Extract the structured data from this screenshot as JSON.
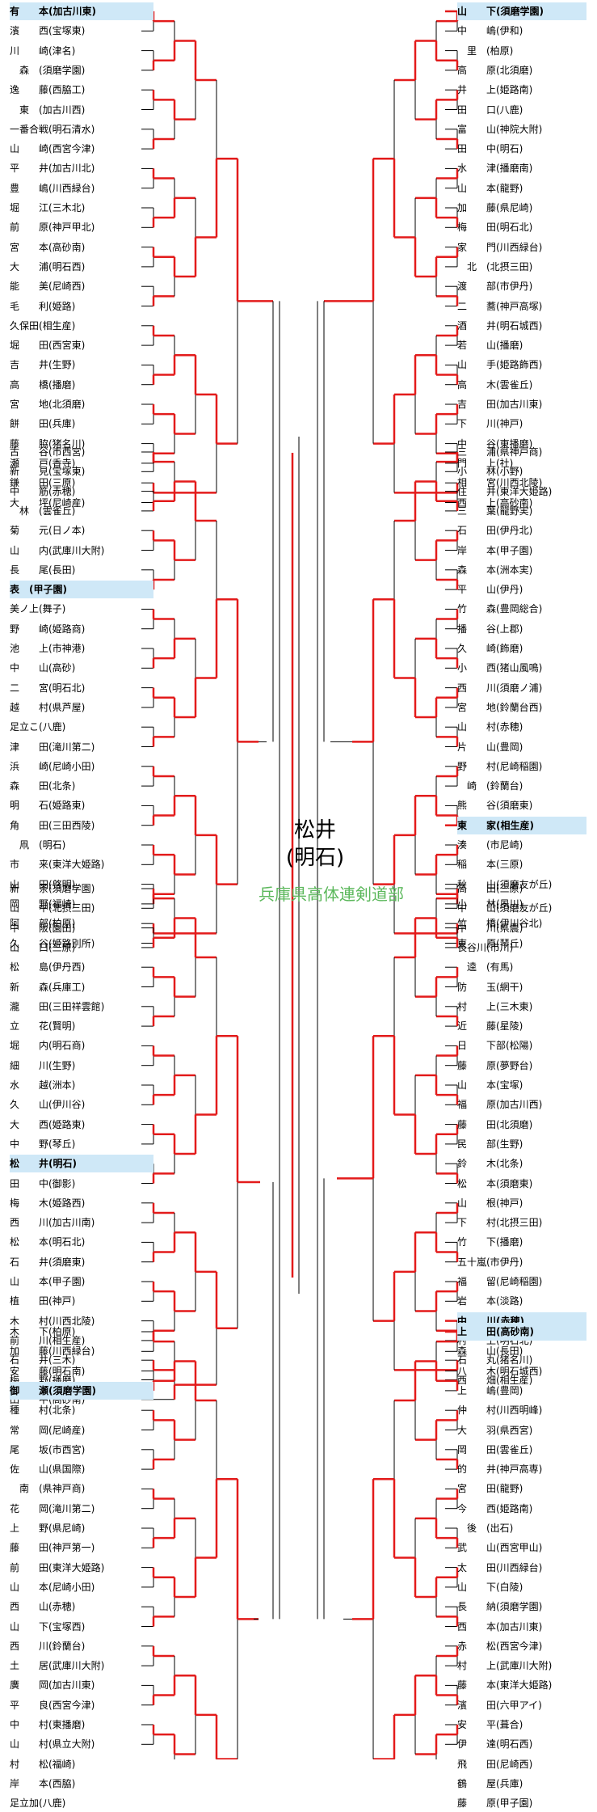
{
  "champion": {
    "name": "松井",
    "school": "(明石)"
  },
  "organization": "兵庫県高体連剣道部",
  "colors": {
    "win_line": "#e31b1b",
    "line": "#000000",
    "highlight": "#cfe8f7",
    "org_text": "#5cb85c"
  },
  "left_blocks": [
    {
      "entries": [
        {
          "text": "有　　本(加古川東)",
          "hl": true
        },
        {
          "text": "濱　　西(宝塚東)"
        },
        {
          "text": "川　　崎(津名)"
        },
        {
          "text": "　森　(須磨学園)"
        },
        {
          "text": "逸　　藤(西脇工)"
        },
        {
          "text": "　東　(加古川西)"
        },
        {
          "text": "一番合戦(明石清水)"
        },
        {
          "text": "山　　崎(西宮今津)"
        },
        {
          "text": "平　　井(加古川北)"
        },
        {
          "text": "豊　　嶋(川西緑台)"
        },
        {
          "text": "堀　　江(三木北)"
        },
        {
          "text": "前　　原(神戸甲北)"
        },
        {
          "text": "宮　　本(高砂南)"
        },
        {
          "text": "大　　浦(明石西)"
        },
        {
          "text": "能　　美(尼崎西)"
        },
        {
          "text": "毛　　利(姫路)"
        },
        {
          "text": "久保田(相生産)"
        },
        {
          "text": "堀　　田(西宮東)"
        },
        {
          "text": "吉　　井(生野)"
        },
        {
          "text": "高　　橋(播磨)"
        },
        {
          "text": "宮　　地(北須磨)"
        },
        {
          "text": "餅　　田(兵庫)"
        },
        {
          "text": "藤　　脇(猪名川)"
        },
        {
          "text": "瀬　　戸(香寺)"
        },
        {
          "text": "鎌　　田(三原)"
        },
        {
          "text": "大　　坪(尼崎産)"
        }
      ]
    },
    {
      "entries": [
        {
          "text": "古　　谷(市西宮)"
        },
        {
          "text": "新　　見(宝塚東)"
        },
        {
          "text": "中　　筋(赤穂)"
        },
        {
          "text": "　林　(雲雀丘)"
        },
        {
          "text": "菊　　元(日ノ本)"
        },
        {
          "text": "山　　内(武庫川大附)"
        },
        {
          "text": "長　　尾(長田)"
        },
        {
          "text": "表　(甲子園)",
          "hl": true
        },
        {
          "text": "美ノ上(舞子)"
        },
        {
          "text": "野　　崎(姫路商)"
        },
        {
          "text": "池　　上(市神港)"
        },
        {
          "text": "中　　山(高砂)"
        },
        {
          "text": "二　　宮(明石北)"
        },
        {
          "text": "越　　村(県芦屋)"
        },
        {
          "text": "足立こ(八鹿)"
        },
        {
          "text": "津　　田(滝川第二)"
        },
        {
          "text": "浜　　崎(尼崎小田)"
        },
        {
          "text": "森　　田(北条)"
        },
        {
          "text": "明　　石(姫路東)"
        },
        {
          "text": "角　　田(三田西陵)"
        },
        {
          "text": "　凧　(明石)"
        },
        {
          "text": "市　　来(東洋大姫路)"
        },
        {
          "text": "山　　田(啓明)"
        },
        {
          "text": "岡　　野(福崎)"
        },
        {
          "text": "阿　　部(柏原)"
        },
        {
          "text": "久　　谷(姫路別所)"
        }
      ]
    },
    {
      "entries": [
        {
          "text": "新　　茶(須磨学園)"
        },
        {
          "text": "山　　中(北摂三田)"
        },
        {
          "text": "中　　阪(園田)"
        },
        {
          "text": "山　　口(三原)"
        },
        {
          "text": "松　　島(伊丹西)"
        },
        {
          "text": "新　　森(兵庫工)"
        },
        {
          "text": "瀧　　田(三田祥雲館)"
        },
        {
          "text": "立　　花(賢明)"
        },
        {
          "text": "堀　　内(明石商)"
        },
        {
          "text": "細　　川(生野)"
        },
        {
          "text": "水　　越(洲本)"
        },
        {
          "text": "久　　山(伊川谷)"
        },
        {
          "text": "大　　西(姫路東)"
        },
        {
          "text": "中　　野(琴丘)"
        },
        {
          "text": "松　　井(明石)",
          "hl": true
        },
        {
          "text": "田　　中(御影)"
        },
        {
          "text": "梅　　木(姫路西)"
        },
        {
          "text": "西　　川(加古川南)"
        },
        {
          "text": "松　　本(明石北)"
        },
        {
          "text": "石　　井(須磨東)"
        },
        {
          "text": "山　　本(甲子園)"
        },
        {
          "text": "植　　田(神戸)"
        },
        {
          "text": "木　　村(川西北陵)"
        },
        {
          "text": "前　　川(相生産)"
        },
        {
          "text": "石　　井(三木)"
        },
        {
          "text": "梅　　野(播磨)"
        },
        {
          "text": "田　　中(高砂南)"
        }
      ]
    },
    {
      "entries": [
        {
          "text": "木　　下(柏原)"
        },
        {
          "text": "加　　藤(川西緑台)"
        },
        {
          "text": "安　　藤(明石南)"
        },
        {
          "text": "御　　瀬(須磨学園)",
          "hl": true
        },
        {
          "text": "種　　村(北条)"
        },
        {
          "text": "常　　岡(尼崎産)"
        },
        {
          "text": "尾　　坂(市西宮)"
        },
        {
          "text": "佐　　山(県国際)"
        },
        {
          "text": "　南　(県神戸商)"
        },
        {
          "text": "花　　岡(滝川第二)"
        },
        {
          "text": "上　　野(県尼崎)"
        },
        {
          "text": "藤　　田(神戸第一)"
        },
        {
          "text": "前　　田(東洋大姫路)"
        },
        {
          "text": "山　　本(尼崎小田)"
        },
        {
          "text": "西　　山(赤穂)"
        },
        {
          "text": "山　　下(宝塚西)"
        },
        {
          "text": "西　　川(鈴蘭台)"
        },
        {
          "text": "土　　居(武庫川大附)"
        },
        {
          "text": "廣　　岡(加古川東)"
        },
        {
          "text": "平　　良(西宮今津)"
        },
        {
          "text": "中　　村(東播磨)"
        },
        {
          "text": "山　　村(県立大附)"
        },
        {
          "text": "村　　松(福崎)"
        },
        {
          "text": "岸　　本(西脇)"
        },
        {
          "text": "足立加(八鹿)"
        }
      ]
    }
  ],
  "right_blocks": [
    {
      "entries": [
        {
          "text": "山　　下(須磨学園)",
          "hl": true
        },
        {
          "text": "中　　嶋(伊和)"
        },
        {
          "text": "　里　(柏原)"
        },
        {
          "text": "高　　原(北須磨)"
        },
        {
          "text": "井　　上(姫路南)"
        },
        {
          "text": "田　　口(八鹿)"
        },
        {
          "text": "富　　山(神院大附)"
        },
        {
          "text": "田　　中(明石)"
        },
        {
          "text": "水　　津(播磨南)"
        },
        {
          "text": "山　　本(龍野)"
        },
        {
          "text": "加　　藤(県尼崎)"
        },
        {
          "text": "梅　　田(明石北)"
        },
        {
          "text": "家　　門(川西緑台)"
        },
        {
          "text": "　北　(北摂三田)"
        },
        {
          "text": "渡　　部(市伊丹)"
        },
        {
          "text": "二　　蕎(神戸高塚)"
        },
        {
          "text": "酒　　井(明石城西)"
        },
        {
          "text": "若　　山(播磨)"
        },
        {
          "text": "山　　手(姫路飾西)"
        },
        {
          "text": "高　　木(雲雀丘)"
        },
        {
          "text": "吉　　田(加古川東)"
        },
        {
          "text": "下　　川(神戸)"
        },
        {
          "text": "中　　谷(東播磨)"
        },
        {
          "text": "門　　上(社)"
        },
        {
          "text": "相　　宮(川西北陵)"
        },
        {
          "text": "西　　上(高砂南)"
        }
      ]
    },
    {
      "entries": [
        {
          "text": "三　　浦(県神戸商)"
        },
        {
          "text": "小　　林(小野)"
        },
        {
          "text": "住　　井(東洋大姫路)"
        },
        {
          "text": "三　　葉(龍野実)"
        },
        {
          "text": "石　　田(伊丹北)"
        },
        {
          "text": "岸　　本(甲子園)"
        },
        {
          "text": "森　　本(洲本実)"
        },
        {
          "text": "平　　山(伊丹)"
        },
        {
          "text": "竹　　森(豊岡総合)"
        },
        {
          "text": "播　　谷(上郡)"
        },
        {
          "text": "久　　崎(飾磨)"
        },
        {
          "text": "小　　西(猪山風鳴)"
        },
        {
          "text": "西　　川(須磨ノ浦)"
        },
        {
          "text": "宮　　地(鈴蘭台西)"
        },
        {
          "text": "山　　村(赤穂)"
        },
        {
          "text": "片　　山(豊岡)"
        },
        {
          "text": "野　　村(尼崎稲園)"
        },
        {
          "text": "　崎　(鈴蘭台)"
        },
        {
          "text": "熊　　谷(須磨東)"
        },
        {
          "text": "東　　家(相生産)",
          "hl": true
        },
        {
          "text": "湊　　(市尼崎)"
        },
        {
          "text": "稲　　本(三原)"
        },
        {
          "text": "秋　　山(須磨友が丘)"
        },
        {
          "text": "小　　林(夙川)"
        },
        {
          "text": "竹　　橋(伊川谷北)"
        },
        {
          "text": "東　　原(琴丘)"
        }
      ]
    },
    {
      "entries": [
        {
          "text": "高　　田(三原)"
        },
        {
          "text": "中　　山(須磨友が丘)"
        },
        {
          "text": "中　　川(県農)"
        },
        {
          "text": "長谷川(市川)"
        },
        {
          "text": "　逵　(有馬)"
        },
        {
          "text": "防　　玉(網干)"
        },
        {
          "text": "村　　上(三木東)"
        },
        {
          "text": "近　　藤(星陵)"
        },
        {
          "text": "日　　下部(松陽)"
        },
        {
          "text": "藤　　原(夢野台)"
        },
        {
          "text": "山　　本(宝塚)"
        },
        {
          "text": "福　　原(加古川西)"
        },
        {
          "text": "藤　　田(北須磨)"
        },
        {
          "text": "民　　部(生野)"
        },
        {
          "text": "鈴　　木(北条)"
        },
        {
          "text": "松　　本(須磨東)"
        },
        {
          "text": "山　　根(神戸)"
        },
        {
          "text": "下　　村(北摂三田)"
        },
        {
          "text": "竹　　下(播磨)"
        },
        {
          "text": "五十嵐(市伊丹)"
        },
        {
          "text": "福　　留(尼崎稲園)"
        },
        {
          "text": "岩　　本(淡路)"
        },
        {
          "text": "中　　川(赤穂)",
          "hl": true
        },
        {
          "text": "村　　上(明石北)"
        },
        {
          "text": "石　　丸(猪名川)"
        },
        {
          "text": "西　　畑(相生産)"
        }
      ]
    },
    {
      "entries": [
        {
          "text": "上　　田(高砂南)",
          "hl": true
        },
        {
          "text": "森　　山(長田)"
        },
        {
          "text": "八　　木(明石城西)"
        },
        {
          "text": "上　　嶋(豊岡)"
        },
        {
          "text": "仲　　村(川西明峰)"
        },
        {
          "text": "大　　羽(県西宮)"
        },
        {
          "text": "岡　　田(雲雀丘)"
        },
        {
          "text": "的　　井(神戸高専)"
        },
        {
          "text": "宮　　田(龍野)"
        },
        {
          "text": "今　　西(姫路南)"
        },
        {
          "text": "　後　(出石)"
        },
        {
          "text": "武　　山(西宮甲山)"
        },
        {
          "text": "太　　田(川西緑台)"
        },
        {
          "text": "山　　下(白陵)"
        },
        {
          "text": "長　　納(須磨学園)"
        },
        {
          "text": "西　　本(加古川東)"
        },
        {
          "text": "赤　　松(西宮今津)"
        },
        {
          "text": "村　　上(武庫川大附)"
        },
        {
          "text": "藤　　本(東洋大姫路)"
        },
        {
          "text": "濱　　田(六甲アイ)"
        },
        {
          "text": "安　　平(葺合)"
        },
        {
          "text": "伊　　達(明石西)"
        },
        {
          "text": "飛　　田(尼崎西)"
        },
        {
          "text": "鶴　　屋(兵庫)"
        },
        {
          "text": "藤　　原(甲子園)"
        }
      ]
    }
  ]
}
